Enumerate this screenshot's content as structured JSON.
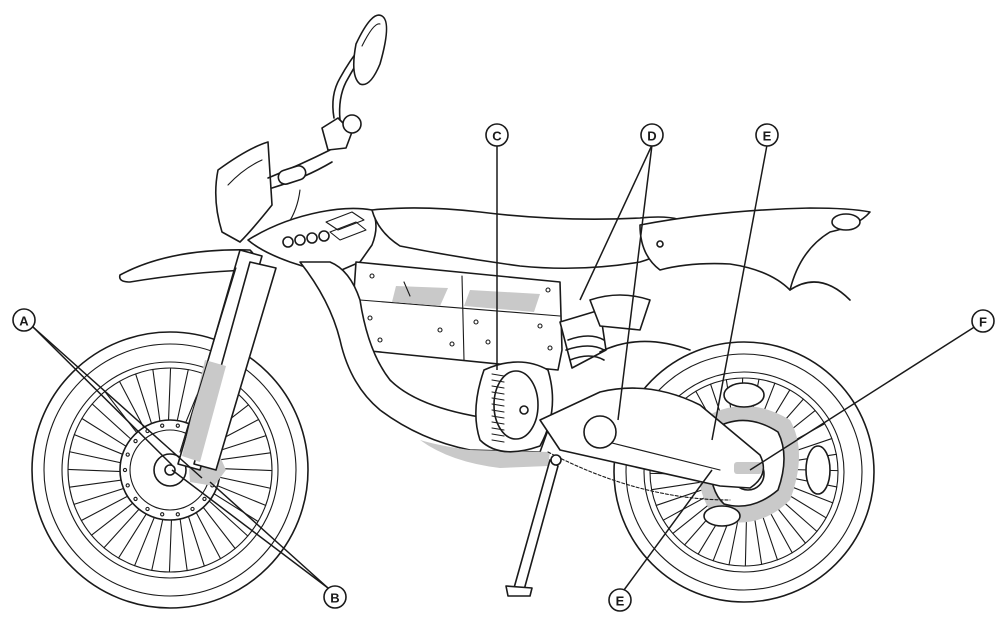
{
  "callouts": {
    "A": "A",
    "B": "B",
    "C": "C",
    "D": "D",
    "E_top": "E",
    "E_bottom": "E",
    "F": "F"
  }
}
